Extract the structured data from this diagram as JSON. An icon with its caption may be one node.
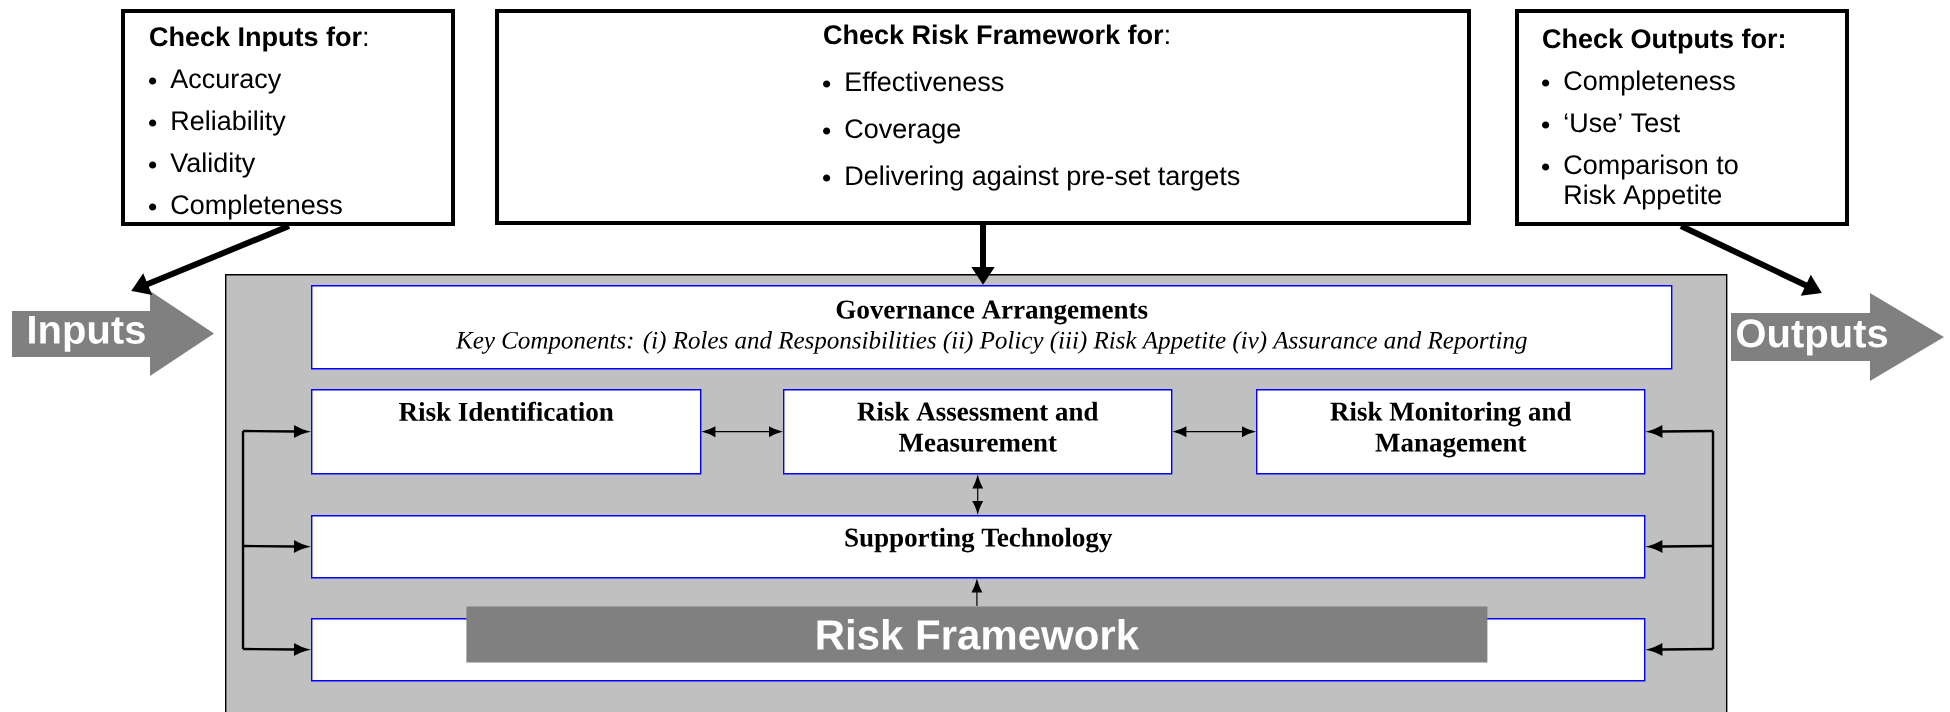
{
  "diagram": {
    "nodes": [
      {
        "text": [
          "**Check Inputs for**:",
          "Accuracy",
          "Reliability",
          "Validity",
          "Completeness"
        ]
      },
      {
        "text": [
          "**Check Risk Framework for**:",
          "Effectiveness",
          "Coverage",
          "Delivering against pre-set targets"
        ]
      },
      {
        "text": [
          "Check Outputs for:",
          "Completeness",
          "‘Use’ Test",
          "Comparison to Risk Appetite"
        ]
      },
      {
        "text": [
          "Inputs"
        ]
      },
      {
        "text": [],
        "shape": "box"
      },
      {
        "text": [
          "Governance Arrangements",
          "Key Components: (i) Roles and Responsibilities (ii) Policy (iii) Risk Appetite (iv) Assurance and Reporting"
        ],
        "in": 4
      },
      {
        "text": [
          "Risk Identification"
        ],
        "in": 4
      },
      {
        "text": [
          "Risk Assessment and Measurement"
        ],
        "in": 4
      },
      {
        "text": [
          "Risk Monitoring and Management"
        ],
        "in": 4
      },
      {
        "text": [
          "Supporting Technology"
        ],
        "in": 4
      },
      {
        "text": [],
        "shape": "box",
        "in": 4
      },
      {
        "text": [
          "Risk Framework"
        ],
        "in": 4
      },
      {
        "text": [
          "Outputs"
        ]
      }
    ],
    "edges": [
      {
        "from": 0,
        "to": 3,
        "arrow": "to",
        "style": "thick"
      },
      {
        "from": 1,
        "to": 5,
        "arrow": "to",
        "style": "thick"
      },
      {
        "from": 2,
        "to": 12,
        "arrow": "to",
        "style": "thick"
      },
      {
        "from": 6,
        "to": 7,
        "arrow": "both"
      },
      {
        "from": 7,
        "to": 8,
        "arrow": "both"
      },
      {
        "from": 7,
        "to": 9,
        "arrow": "both"
      },
      {
        "from": 11,
        "to": 9,
        "arrow": "to"
      },
      {
        "from": null,
        "to": 6,
        "arrow": "to"
      },
      {
        "from": null,
        "to": 9,
        "arrow": "to"
      },
      {
        "from": null,
        "to": 10,
        "arrow": "to"
      },
      {
        "from": null,
        "to": 8,
        "arrow": "to"
      },
      {
        "from": null,
        "to": 9,
        "arrow": "to"
      },
      {
        "from": null,
        "to": 10,
        "arrow": "to"
      }
    ]
  }
}
